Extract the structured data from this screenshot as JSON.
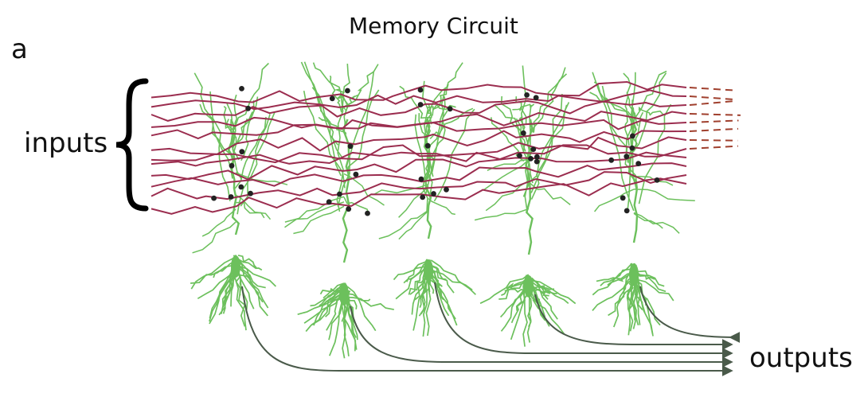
{
  "figure": {
    "panel_letter": "a",
    "title": "Memory Circuit",
    "inputs_label": "inputs",
    "outputs_label": "outputs"
  },
  "neuron_count": 5,
  "colors": {
    "dendrite": "#6cc05c",
    "axon_input": "#9b2d4f",
    "axon_input_dashed": "#a0402e",
    "synapse": "#222222",
    "output_arrow": "#4a5a4a",
    "brace": "#000000",
    "text": "#111111"
  }
}
